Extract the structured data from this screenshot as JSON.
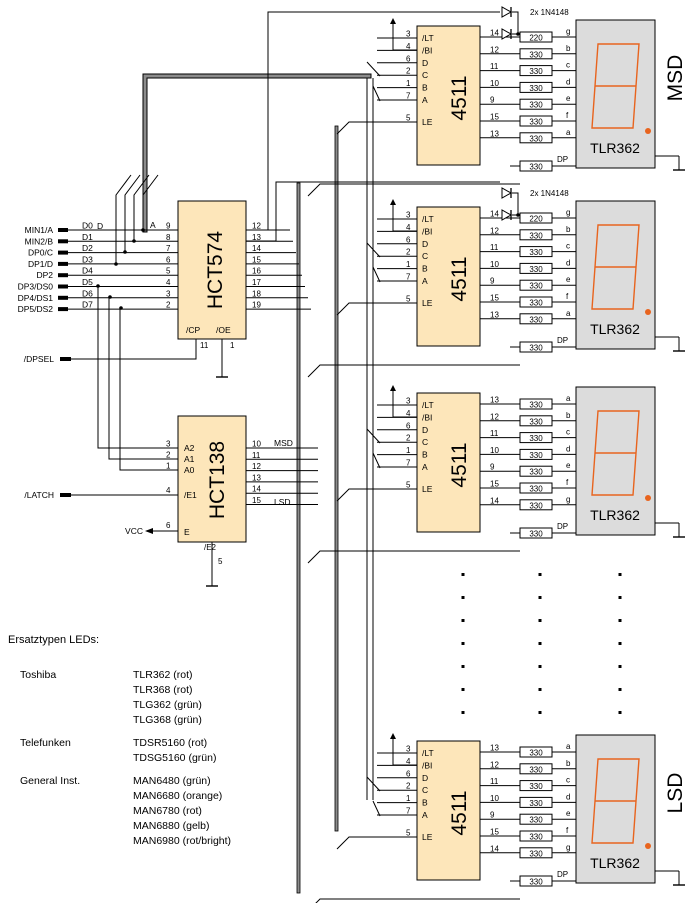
{
  "hct574": {
    "name": "HCT574",
    "inputs": [
      {
        "label": "MIN1/A",
        "d": "D0",
        "pin": "9"
      },
      {
        "label": "MIN2/B",
        "d": "D1",
        "pin": "8"
      },
      {
        "label": "DP0/C",
        "d": "D2",
        "pin": "7"
      },
      {
        "label": "DP1/D",
        "d": "D3",
        "pin": "6"
      },
      {
        "label": "DP2",
        "d": "D4",
        "pin": "5"
      },
      {
        "label": "DP3/DS0",
        "d": "D5",
        "pin": "4"
      },
      {
        "label": "DP4/DS1",
        "d": "D6",
        "pin": "3"
      },
      {
        "label": "DP5/DS2",
        "d": "D7",
        "pin": "2"
      }
    ],
    "outputs": [
      "12",
      "13",
      "14",
      "15",
      "16",
      "17",
      "18",
      "19"
    ],
    "cp_label": "/CP",
    "oe_label": "/OE",
    "cp_pin": "11",
    "oe_pin": "1",
    "bus_a_label": "A",
    "bus_d_label": "D"
  },
  "hct138": {
    "name": "HCT138",
    "address_pins": [
      {
        "pin": "3",
        "label": "A2"
      },
      {
        "pin": "2",
        "label": "A1"
      },
      {
        "pin": "1",
        "label": "A0"
      }
    ],
    "outputs": [
      "10",
      "11",
      "12",
      "13",
      "14",
      "15"
    ],
    "msd_label": "MSD",
    "lsd_label": "LSD",
    "e1_pin": "4",
    "e1_label": "/E1",
    "e_pin": "6",
    "e_label": "E",
    "e2_pin": "5",
    "e2_label": "/E2"
  },
  "signals": {
    "dpsel": "/DPSEL",
    "latch": "/LATCH",
    "vcc": "VCC"
  },
  "decoder": {
    "name": "4511",
    "pins": [
      {
        "pin": "3",
        "label": "/LT"
      },
      {
        "pin": "4",
        "label": "/BI"
      },
      {
        "pin": "6",
        "label": "D"
      },
      {
        "pin": "2",
        "label": "C"
      },
      {
        "pin": "1",
        "label": "B"
      },
      {
        "pin": "7",
        "label": "A"
      }
    ],
    "le_pin": "5",
    "le_label": "LE"
  },
  "diodes_label": "2x 1N4148",
  "dp_label": "DP",
  "display_name": "TLR362",
  "digits": [
    {
      "side": "MSD",
      "out_pins": [
        "14",
        "12",
        "11",
        "10",
        "9",
        "15",
        "13"
      ],
      "resistors": [
        "220",
        "330",
        "330",
        "330",
        "330",
        "330",
        "330"
      ],
      "segments": [
        "g",
        "b",
        "c",
        "d",
        "e",
        "f",
        "a"
      ],
      "dp_resistor": "330"
    },
    {
      "side": "",
      "out_pins": [
        "14",
        "12",
        "11",
        "10",
        "9",
        "15",
        "13"
      ],
      "resistors": [
        "220",
        "330",
        "330",
        "330",
        "330",
        "330",
        "330"
      ],
      "segments": [
        "g",
        "b",
        "c",
        "d",
        "e",
        "f",
        "a"
      ],
      "dp_resistor": "330"
    },
    {
      "side": "",
      "out_pins": [
        "13",
        "12",
        "11",
        "10",
        "9",
        "15",
        "14"
      ],
      "resistors": [
        "330",
        "330",
        "330",
        "330",
        "330",
        "330",
        "330"
      ],
      "segments": [
        "a",
        "b",
        "c",
        "d",
        "e",
        "f",
        "g"
      ],
      "dp_resistor": "330"
    },
    {
      "side": "LSD",
      "out_pins": [
        "13",
        "12",
        "11",
        "10",
        "9",
        "15",
        "14"
      ],
      "resistors": [
        "330",
        "330",
        "330",
        "330",
        "330",
        "330",
        "330"
      ],
      "segments": [
        "a",
        "b",
        "c",
        "d",
        "e",
        "f",
        "g"
      ],
      "dp_resistor": "330"
    }
  ],
  "colors": {
    "chip_fill": "#fde6ba",
    "display_fill": "#dcdcdc",
    "segment_color": "#e8641e"
  },
  "replacements": {
    "title": "Ersatztypen LEDs:",
    "groups": [
      {
        "maker": "Toshiba",
        "parts": [
          "TLR362 (rot)",
          "TLR368 (rot)",
          "TLG362 (grün)",
          "TLG368 (grün)"
        ]
      },
      {
        "maker": "Telefunken",
        "parts": [
          "TDSR5160 (rot)",
          "TDSG5160 (grün)"
        ]
      },
      {
        "maker": "General Inst.",
        "parts": [
          "MAN6480 (grün)",
          "MAN6680 (orange)",
          "MAN6780 (rot)",
          "MAN6880 (gelb)",
          "MAN6980 (rot/bright)"
        ]
      }
    ]
  }
}
